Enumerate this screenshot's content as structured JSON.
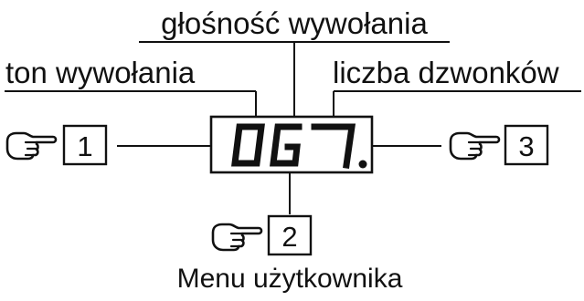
{
  "labels": {
    "volume": "głośność wywołania",
    "tone": "ton wywołania",
    "rings": "liczba dzwonków"
  },
  "display": {
    "digits": [
      "0",
      "G",
      "7"
    ],
    "decimal_point": true
  },
  "keys": [
    {
      "number": "1",
      "icon": "pointing-hand-icon"
    },
    {
      "number": "2",
      "icon": "pointing-hand-icon"
    },
    {
      "number": "3",
      "icon": "pointing-hand-icon"
    }
  ],
  "caption": "Menu użytkownika"
}
